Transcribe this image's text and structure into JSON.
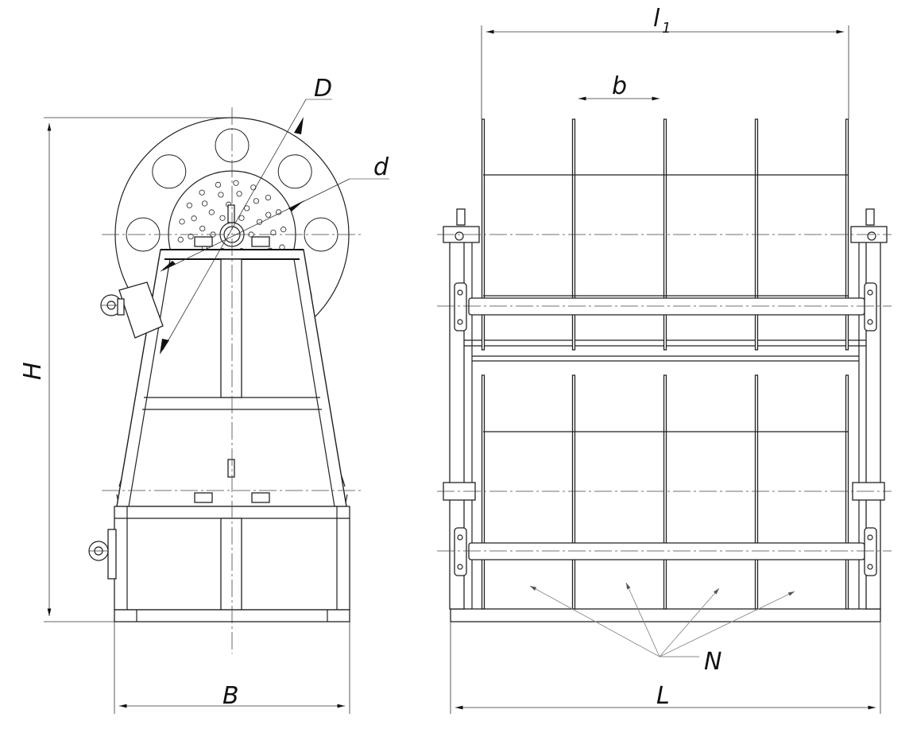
{
  "labels": {
    "D": "D",
    "d": "d",
    "H": "H",
    "B": "B",
    "l1_main": "l",
    "l1_sub": "1",
    "b": "b",
    "N": "N",
    "L": "L"
  }
}
